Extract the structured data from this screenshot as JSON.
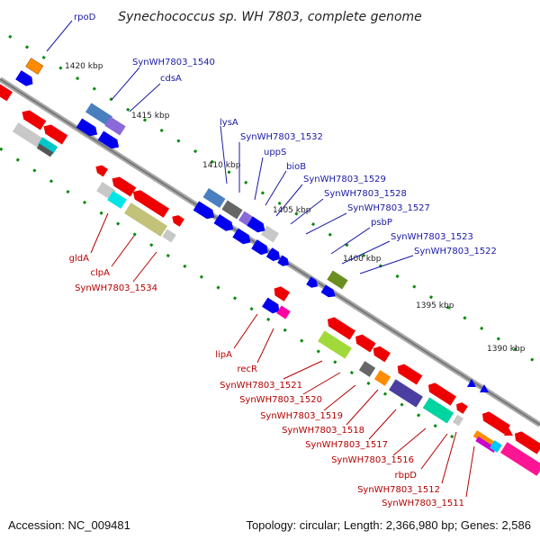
{
  "title": "Synechococcus sp. WH 7803, complete genome",
  "footer": {
    "accession": "Accession: NC_009481",
    "topology": "Topology: circular; Length: 2,366,980 bp; Genes: 2,586"
  },
  "kbp_ticks": [
    "1420 kbp",
    "1415 kbp",
    "1410 kbp",
    "1405 kbp",
    "1400 kbp",
    "1395 kbp",
    "1390 kbp"
  ],
  "labels_forward_strand": [
    "rpoD",
    "SynWH7803_1540",
    "cdsA",
    "lysA",
    "SynWH7803_1532",
    "uppS",
    "bioB",
    "SynWH7803_1529",
    "SynWH7803_1528",
    "SynWH7803_1527",
    "psbP",
    "SynWH7803_1523",
    "SynWH7803_1522"
  ],
  "labels_reverse_strand": [
    "gldA",
    "clpA",
    "SynWH7803_1534",
    "lipA",
    "recR",
    "SynWH7803_1521",
    "SynWH7803_1520",
    "SynWH7803_1519",
    "SynWH7803_1518",
    "SynWH7803_1517",
    "SynWH7803_1516",
    "rbpD",
    "SynWH7803_1512",
    "SynWH7803_1511"
  ],
  "colors": {
    "forward_gene": "#0000ee",
    "reverse_gene": "#ee0000",
    "backbone": "#888888",
    "tick": "#0a8a0a",
    "label_forward": "#1a1aa6",
    "label_reverse": "#b40000"
  }
}
